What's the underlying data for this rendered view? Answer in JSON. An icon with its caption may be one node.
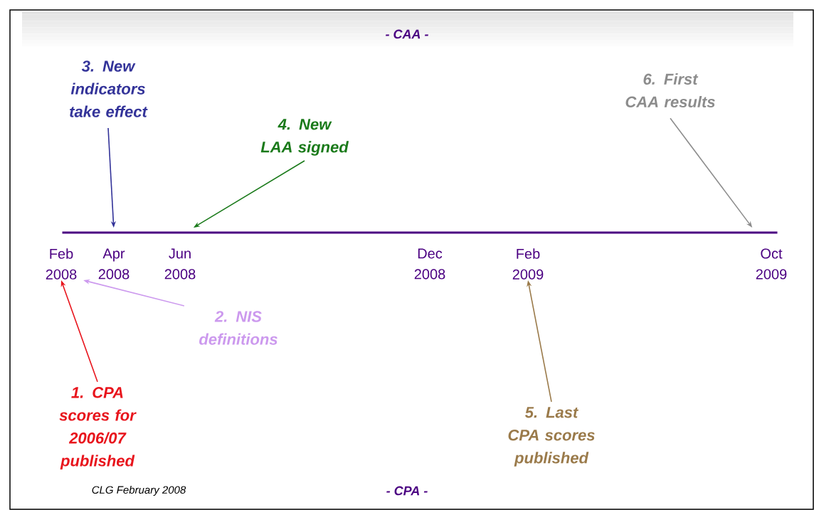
{
  "diagram": {
    "nodes": [
      {
        "text": [
          "3. New indicators take effect"
        ]
      },
      {
        "text": [
          "6. First CAA results"
        ]
      },
      {
        "text": [
          "4. New LAA signed"
        ]
      },
      {
        "text": [],
        "shape": "bar"
      },
      {
        "text": [
          "Feb 2008"
        ]
      },
      {
        "text": [
          "Apr 2008"
        ]
      },
      {
        "text": [
          "Jun 2008"
        ]
      },
      {
        "text": [
          "Dec 2008"
        ]
      },
      {
        "text": [
          "Feb 2009"
        ]
      },
      {
        "text": [
          "Oct 2009"
        ]
      },
      {
        "text": [
          "2. NIS definitions"
        ]
      },
      {
        "text": [
          "1. CPA scores for 2006/07 published"
        ]
      },
      {
        "text": [
          "5. Last CPA scores published"
        ]
      }
    ],
    "edges": [
      {
        "from": 0,
        "to": 3,
        "arrow": "to",
        "color": "#333399"
      },
      {
        "from": 2,
        "to": 3,
        "arrow": "to",
        "color": "#1a7a1a"
      },
      {
        "from": 1,
        "to": 3,
        "arrow": "to",
        "color": "#8c8c8c"
      },
      {
        "from": 11,
        "to": 4,
        "arrow": "to",
        "color": "#e8141c"
      },
      {
        "from": 10,
        "to": 4,
        "arrow": "to",
        "color": "#cc99ee"
      },
      {
        "from": 12,
        "to": 8,
        "arrow": "to",
        "color": "#9a7a4a"
      }
    ],
    "labels": [
      "- CAA -",
      "CLG February 2008",
      "- CPA -"
    ]
  }
}
